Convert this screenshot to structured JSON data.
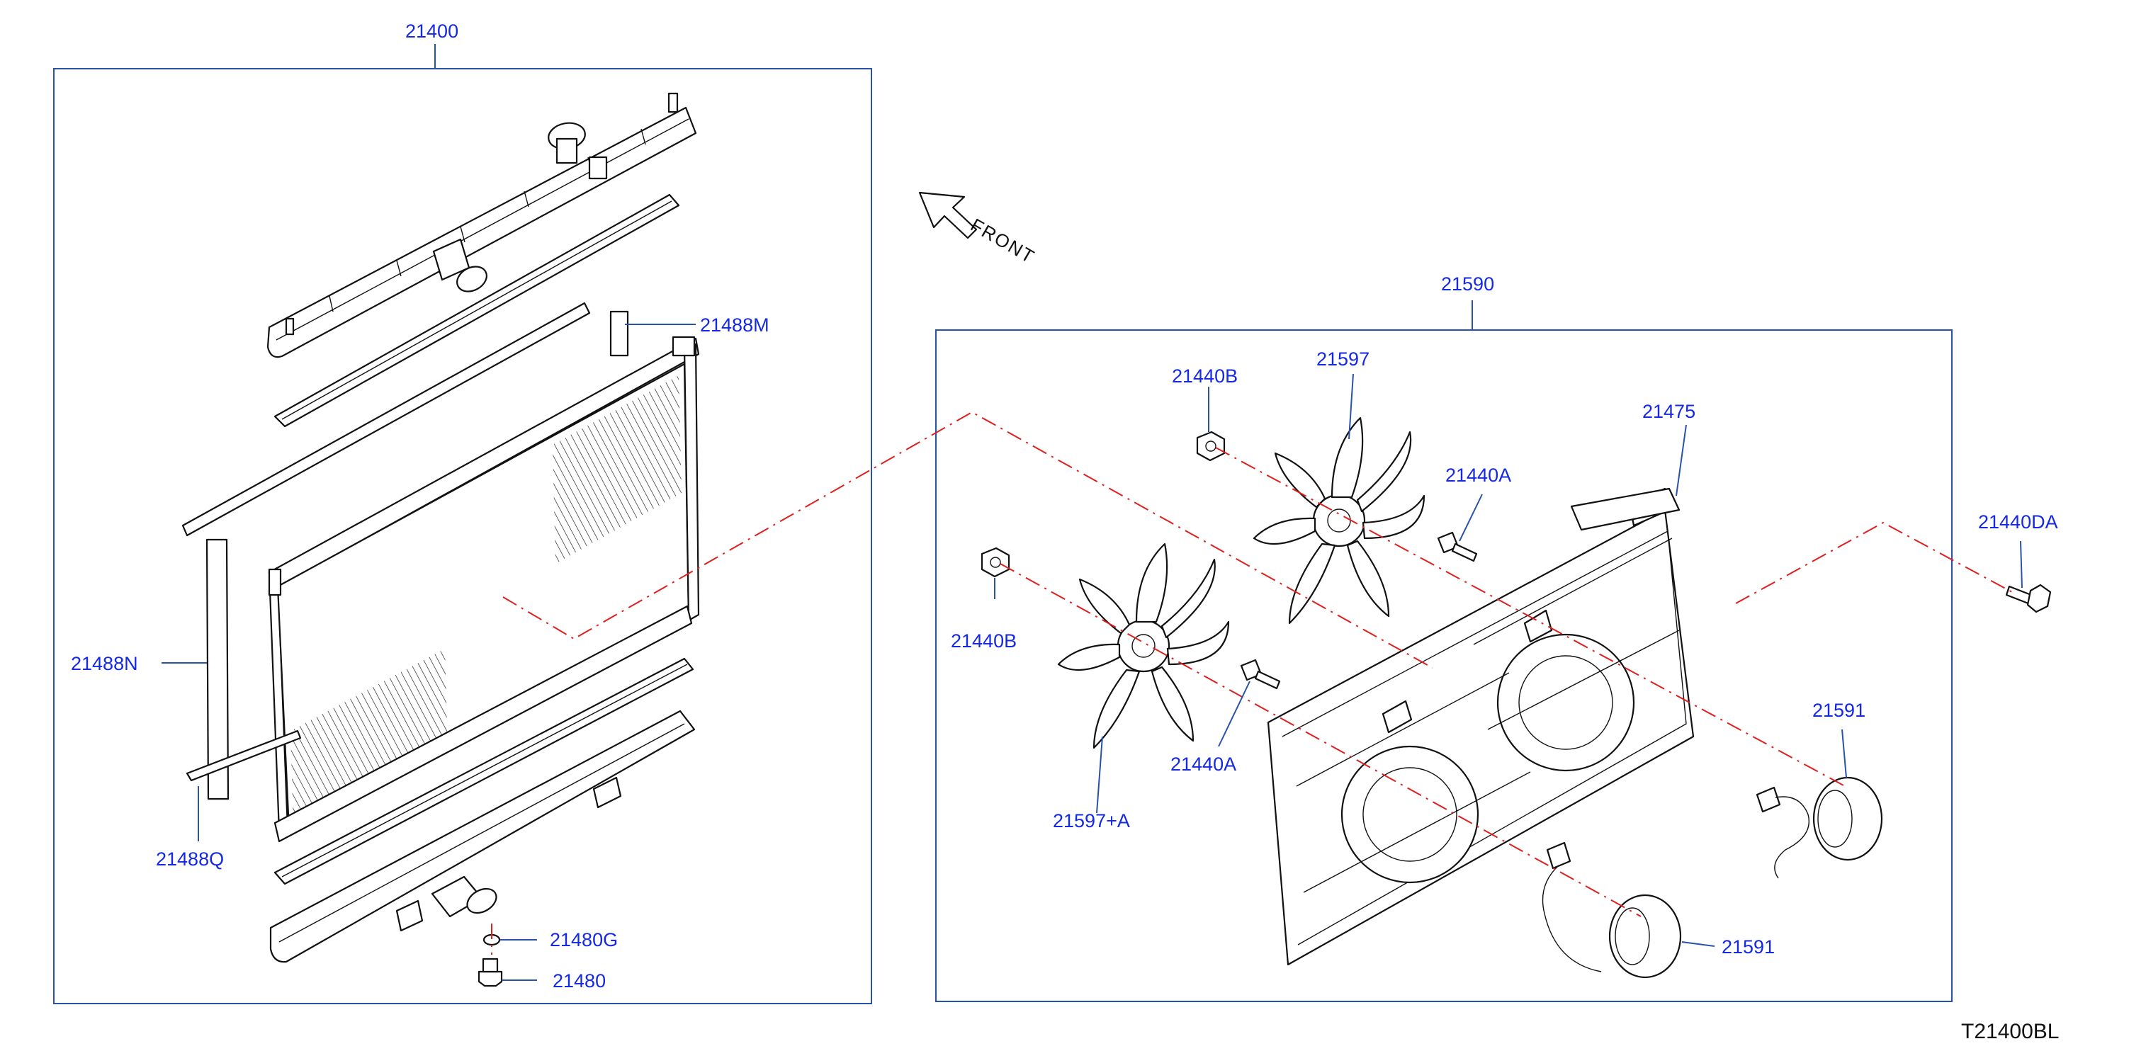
{
  "labels": {
    "radiator_assy": "21400",
    "fan_shroud_assy": "21590",
    "seal_m": "21488M",
    "seal_n": "21488N",
    "seal_q": "21488Q",
    "gasket_g": "21480G",
    "drain_plug": "21480",
    "fan_bracket": "21475",
    "nut_b_upper": "21440B",
    "nut_b_lower": "21440B",
    "bolt_a_upper": "21440A",
    "bolt_a_lower": "21440A",
    "bolt_da": "21440DA",
    "fan_upper": "21597",
    "fan_lower": "21597+A",
    "motor_right": "21591",
    "motor_lower": "21591"
  },
  "front_indicator": "FRONT",
  "figure_ref": "T21400BL",
  "colors": {
    "label_blue": "#1428e6",
    "frame_blue": "#2a52a8",
    "centerline_red": "#e01e1e",
    "line_black": "#111111"
  }
}
